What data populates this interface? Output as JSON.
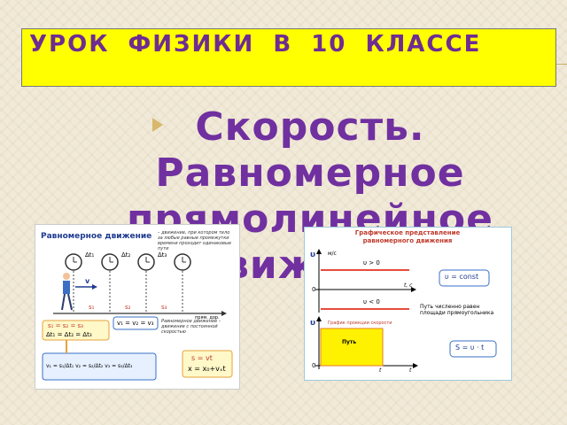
{
  "slide": {
    "title": "Урок физики в 10 классе",
    "bullet": "Скорость. Равномерное прямолинейное движение",
    "colors": {
      "title_bg": "#ffff00",
      "title_text": "#6f2c91",
      "bullet_text": "#7030a0",
      "bullet_mark": "#d8b86a"
    }
  },
  "left_figure": {
    "heading": "Равномерное движение",
    "note": "– движение, при котором тело за любые равные промежутки времени проходит одинаковые пути",
    "intervals": [
      "Δt₁",
      "Δt₂",
      "Δt₃"
    ],
    "velocity_label": "v",
    "distances": [
      "s₁",
      "s₂",
      "s₃"
    ],
    "axis_label": "прям. дор.",
    "box_equal_s": "s₁ = s₂ = s₃",
    "box_equal_t": "Δt₁ = Δt₂ = Δt₃",
    "box_equal_v": "v₁ = v₂ = v₃",
    "side_note": "Равномерное движение – движение с постоянной скоростью",
    "formula_row": "v₁ = s₁/Δt₁   v₂ = s₂/Δt₂   v₃ = s₃/Δt₃",
    "formula_s": "s = vt",
    "formula_x": "x = x₀+vₓt"
  },
  "right_figure": {
    "heading": "Графическое представление равномерного движения",
    "y_unit": "м/с",
    "y_symbol": "υ",
    "x_symbol": "t, с",
    "positive": "υ > 0",
    "negative": "υ < 0",
    "const_box": "υ = const",
    "path_note": "Путь численно равен площади прямоугольника",
    "graph_title": "График проекции скорости",
    "area_label": "Путь",
    "formula_box": "S = υ · t",
    "axis_t": "t",
    "origin": "0"
  }
}
